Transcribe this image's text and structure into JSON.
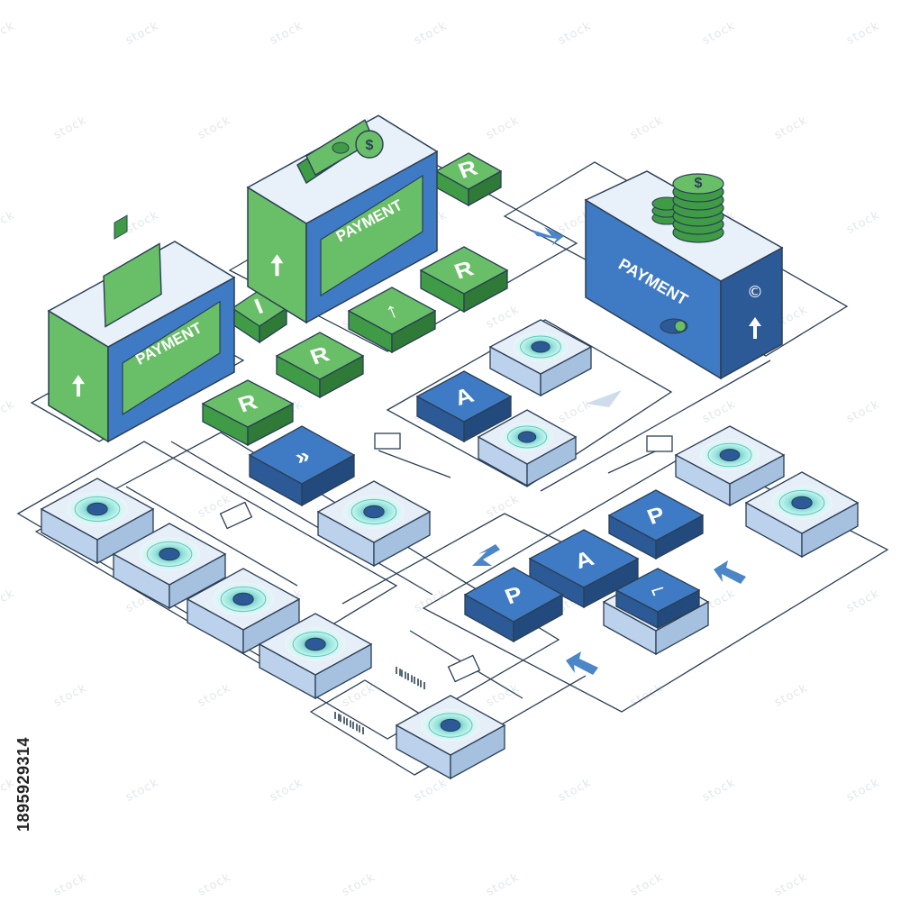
{
  "colors": {
    "green": "#69bf67",
    "green_dark": "#3f9b46",
    "blue": "#3f7bc4",
    "blue_dark": "#2b5a97",
    "light_top": "#e6eef8",
    "light_side": "#bcd2ec",
    "ring": "#7fd9d0",
    "line": "#2b3f55"
  },
  "terminals": [
    {
      "label": "PAYMENT",
      "variant": "green",
      "topper": "credit-card"
    },
    {
      "label": "PAYMENT",
      "variant": "green",
      "topper": "banknotes-coin"
    },
    {
      "label": "PAYMENT",
      "variant": "blue",
      "topper": "coin-stack"
    }
  ],
  "key_glyphs": {
    "r": "R",
    "a": "A",
    "p": "P",
    "i": "I",
    "up_arrow": "↑",
    "double_chevron": "»",
    "curve": "⌐"
  },
  "coin_symbol": "$",
  "copyright_symbol": "©",
  "watermark": "stock",
  "stock_id": "1895929314"
}
